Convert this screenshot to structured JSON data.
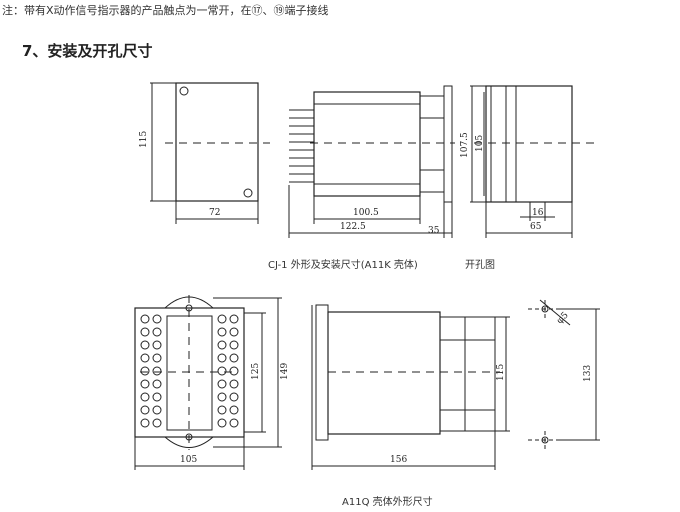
{
  "note": "注：带有X动作信号指示器的产品触点为一常开，在⑰、⑲端子接线",
  "section_title": "7、安装及开孔尺寸",
  "captions": {
    "top_left": "CJ-1 外形及安装尺寸(A11K 壳体)",
    "top_right": "开孔图",
    "bottom": "A11Q 壳体外形尺寸"
  },
  "dimensions": {
    "front_height": "115",
    "front_width": "72",
    "side_body": "100.5",
    "side_total": "122.5",
    "side_rear": "35",
    "cutout_outer": "107.5",
    "cutout_inner": "105",
    "cutout_gap": "16",
    "cutout_width": "65",
    "q_width": "105",
    "q_inner_height": "125",
    "q_outer_height": "149",
    "q_side_length": "156",
    "q_side_height": "115",
    "q_hole_spacing": "133",
    "q_hole_dia": "φ5"
  }
}
